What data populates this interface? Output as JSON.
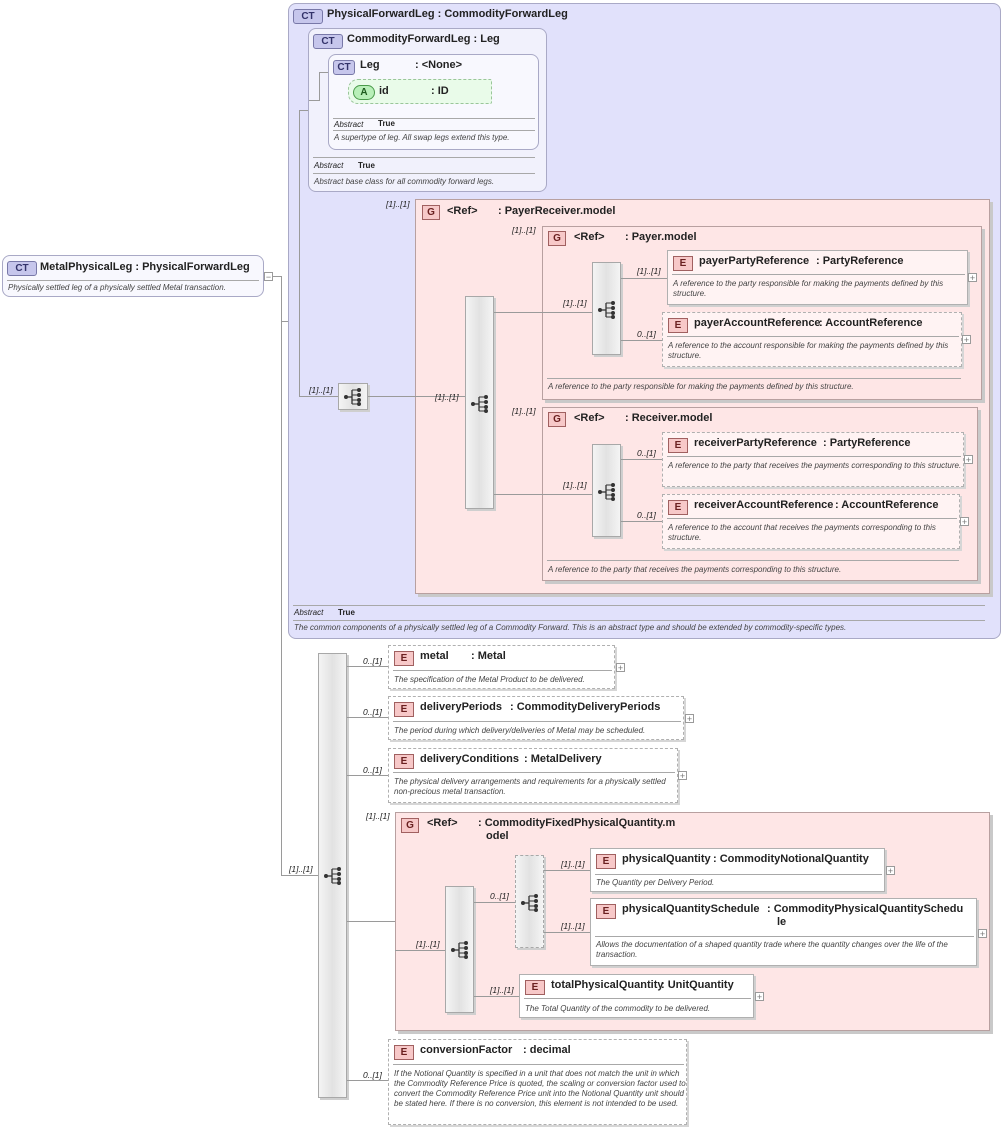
{
  "root": {
    "badge": "CT",
    "title": "MetalPhysicalLeg : PhysicalForwardLeg",
    "desc": "Physically settled leg of a physically settled Metal transaction.",
    "collapse": "−"
  },
  "pfl": {
    "badge": "CT",
    "title": "PhysicalForwardLeg : CommodityForwardLeg",
    "abstract_label": "Abstract",
    "abstract_value": "True",
    "desc": "The common components of a physically settled leg of a Commodity Forward. This is an abstract type and should be extended by commodity-specific types."
  },
  "cfl": {
    "badge": "CT",
    "title": "CommodityForwardLeg : Leg",
    "abstract_label": "Abstract",
    "abstract_value": "True",
    "desc": "Abstract base class for all commodity forward legs."
  },
  "leg": {
    "badge": "CT",
    "title": "Leg",
    "type": ": <None>",
    "abstract_label": "Abstract",
    "abstract_value": "True",
    "desc": "A supertype of leg. All swap legs extend this type."
  },
  "attr_id": {
    "badge": "A",
    "name": "id",
    "type": ": ID"
  },
  "payer_receiver": {
    "badge": "G",
    "name": "<Ref>",
    "type": ": PayerReceiver.model",
    "mult": "[1]..[1]"
  },
  "payer_model": {
    "badge": "G",
    "name": "<Ref>",
    "type": ": Payer.model",
    "mult": "[1]..[1]",
    "desc": "A reference to the party responsible for making the payments defined by this structure."
  },
  "payer_party": {
    "badge": "E",
    "name": "payerPartyReference",
    "type": ": PartyReference",
    "mult": "[1]..[1]",
    "desc": "A reference to the party responsible for making the payments defined by this structure."
  },
  "payer_account": {
    "badge": "E",
    "name": "payerAccountReference",
    "type": ": AccountReference",
    "mult": "0..[1]",
    "desc": "A reference to the account responsible for making the payments defined by this structure."
  },
  "receiver_model": {
    "badge": "G",
    "name": "<Ref>",
    "type": ": Receiver.model",
    "mult": "[1]..[1]",
    "desc": "A reference to the party that receives the payments corresponding to this structure."
  },
  "receiver_party": {
    "badge": "E",
    "name": "receiverPartyReference",
    "type": ": PartyReference",
    "mult": "0..[1]",
    "desc": "A reference to the party that receives the payments corresponding to this structure."
  },
  "receiver_account": {
    "badge": "E",
    "name": "receiverAccountReference",
    "type": ": AccountReference",
    "mult": "0..[1]",
    "desc": "A reference to the account that receives the payments corresponding to this structure."
  },
  "seq_mults": {
    "pr_seq": "[1]..[1]",
    "pr_outer": "[1]..[1]",
    "payer_seq": "[1]..[1]",
    "receiver_seq": "[1]..[1]",
    "main_seq": "[1]..[1]",
    "cfq_seq": "[1]..[1]",
    "cfq_choice": "0..[1]"
  },
  "metal": {
    "badge": "E",
    "name": "metal",
    "type": ": Metal",
    "mult": "0..[1]",
    "desc": "The specification of the Metal Product to be delivered."
  },
  "delivery_periods": {
    "badge": "E",
    "name": "deliveryPeriods",
    "type": ": CommodityDeliveryPeriods",
    "mult": "0..[1]",
    "desc": "The period during which delivery/deliveries of Metal may be scheduled."
  },
  "delivery_conditions": {
    "badge": "E",
    "name": "deliveryConditions",
    "type": ": MetalDelivery",
    "mult": "0..[1]",
    "desc": "The physical delivery arrangements and requirements for a physically settled non-precious metal transaction."
  },
  "cfq_model": {
    "badge": "G",
    "name": "<Ref>",
    "type_line1": ": CommodityFixedPhysicalQuantity.m",
    "type_line2": "odel",
    "mult": "[1]..[1]"
  },
  "physical_quantity": {
    "badge": "E",
    "name": "physicalQuantity",
    "type": ": CommodityNotionalQuantity",
    "mult": "[1]..[1]",
    "desc": "The Quantity per Delivery Period."
  },
  "physical_quantity_schedule": {
    "badge": "E",
    "name": "physicalQuantitySchedule",
    "type_line1": ": CommodityPhysicalQuantitySchedu",
    "type_line2": "le",
    "mult": "[1]..[1]",
    "desc": "Allows the documentation of a shaped quantity trade where the quantity changes over the life of the transaction."
  },
  "total_physical_quantity": {
    "badge": "E",
    "name": "totalPhysicalQuantity",
    "type": ": UnitQuantity",
    "mult": "[1]..[1]",
    "desc": "The Total Quantity of the commodity to be delivered."
  },
  "conversion_factor": {
    "badge": "E",
    "name": "conversionFactor",
    "type": ": decimal",
    "mult": "0..[1]",
    "desc": "If the Notional Quantity is specified in a unit that does not match the unit in which the Commodity Reference Price is quoted, the scaling or conversion factor used to convert the Commodity Reference Price unit into the Notional Quantity unit should be stated here. If there is no conversion, this element is not intended to be used."
  },
  "expand_symbol": "+"
}
